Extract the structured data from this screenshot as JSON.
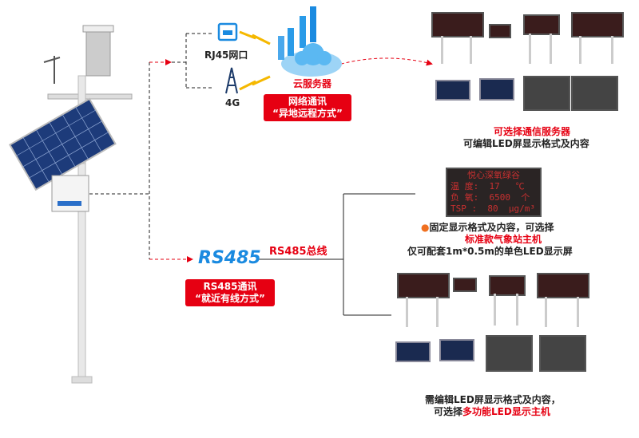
{
  "network": {
    "rj45_label": "RJ45网口",
    "g4_label": "4G",
    "cloud_label": "云服务器",
    "box_line1": "网络通讯",
    "box_line2": "“异地远程方式”"
  },
  "rs485": {
    "logo": "RS485",
    "bus_label": "RS485总线",
    "box_line1": "RS485通讯",
    "box_line2": "“就近有线方式”"
  },
  "top_note": {
    "line1": "可选择通信服务器",
    "line2": "可编辑LED屏显示格式及内容"
  },
  "led_display": {
    "title": "悦心深氧绿谷",
    "rows": [
      "温 度:  17   ℃",
      "负 氧:  6500  个",
      "TSP :  80  μg/m³"
    ]
  },
  "mid_note": {
    "line1": "固定显示格式及内容，可选择",
    "line2": "标准款气象站主机",
    "line3": "仅可配套1m*0.5m的单色LED显示屏"
  },
  "bottom_note": {
    "line1": "需编辑LED屏显示格式及内容，",
    "line2_prefix": "可选择",
    "line2_highlight": "多功能LED显示主机"
  },
  "colors": {
    "accent_red": "#e60012",
    "rs485_blue": "#1a8ae0",
    "cloud_blue": "#2a9be8"
  }
}
